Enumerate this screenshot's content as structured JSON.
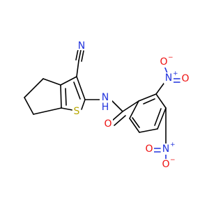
{
  "colors": {
    "carbon_bond": "#000000",
    "nitrogen": "#2233dd",
    "oxygen": "#ee1111",
    "sulfur": "#b8a800"
  },
  "atoms": {
    "nitrile_n": {
      "symbol": "N"
    },
    "amide_nh": {
      "symbol": "N",
      "suffix": "H"
    },
    "thiophene_s": {
      "symbol": "S"
    },
    "amide_o": {
      "symbol": "O"
    },
    "nitro_top_n": {
      "symbol": "N",
      "charge": "+"
    },
    "nitro_top_o_single": {
      "symbol": "O",
      "charge": "−"
    },
    "nitro_top_o_double": {
      "symbol": "O"
    },
    "nitro_bottom_n": {
      "symbol": "N",
      "charge": "+"
    },
    "nitro_bottom_o_single": {
      "symbol": "O",
      "charge": "−"
    },
    "nitro_bottom_o_double": {
      "symbol": "O"
    }
  }
}
